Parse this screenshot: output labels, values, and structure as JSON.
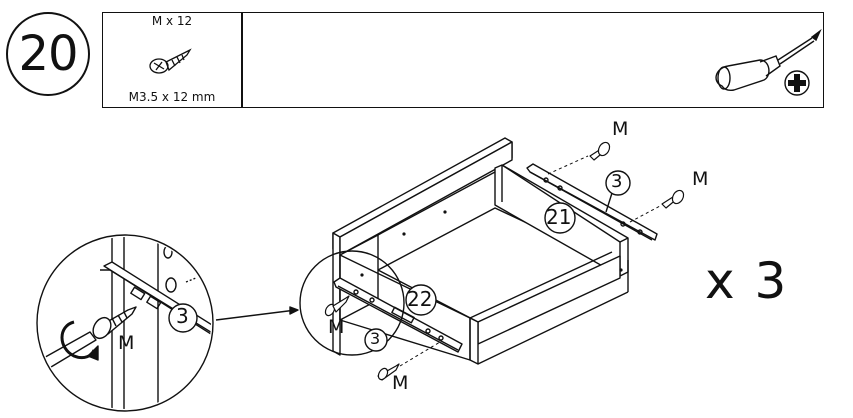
{
  "step": {
    "number": "20"
  },
  "hardware": {
    "quantity_label": "M x 12",
    "size_label": "M3.5 x 12 mm",
    "icon": "screw-icon"
  },
  "tools": [
    {
      "icon": "screwdriver-icon"
    },
    {
      "icon": "phillips-head-icon"
    }
  ],
  "callouts": {
    "screw_letter": "M",
    "rail_part": "3",
    "front_part": "21",
    "side_part": "22"
  },
  "multiplier": "x 3"
}
